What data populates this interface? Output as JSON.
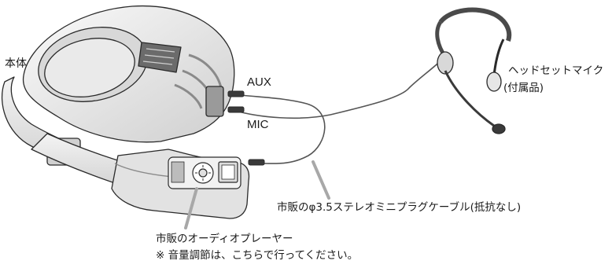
{
  "labels": {
    "main_unit": "本体",
    "aux": "AUX",
    "mic": "MIC",
    "headset_line1": "ヘッドセットマイク",
    "headset_line2": "(付属品)",
    "cable": "市販のφ3.5ステレオミニプラグケーブル(抵抗なし)",
    "player_line1": "市販のオーディオプレーヤー",
    "player_line2": "※ 音量調節は、こちらで行ってください。"
  },
  "colors": {
    "outline": "#2a2a2a",
    "body_fill": "#ececec",
    "shade": "#bdbdbd",
    "dark": "#3a3a3a",
    "leader": "#a8a8a8",
    "cable": "#555555"
  },
  "icons": [
    "speaker-icon",
    "headset-microphone-icon",
    "audio-player-icon",
    "plug-icon"
  ]
}
